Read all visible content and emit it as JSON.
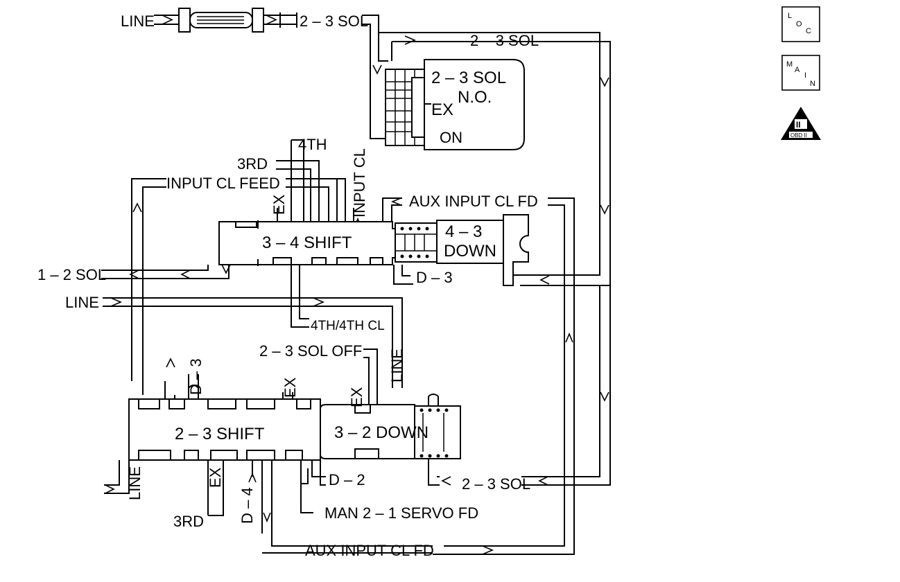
{
  "labels": {
    "line_top": "LINE",
    "sol23_top": "2 – 3 SOL",
    "sol23_top_right": "2 – 3 SOL",
    "sol23_box_title": "2 – 3 SOL",
    "sol23_box_no": "N.O.",
    "sol23_box_ex": "EX",
    "sol23_box_on": "ON",
    "fourth": "4TH",
    "third": "3RD",
    "input_cl_feed": "INPUT CL FEED",
    "ex_34": "EX",
    "input_cl": "INPUT CL",
    "aux_input_cl_fd_top": "AUX INPUT CL FD",
    "shift34": "3 – 4 SHIFT",
    "down43_a": "4 – 3",
    "down43_b": "DOWN",
    "d3_right": "D – 3",
    "sol12": "1 – 2 SOL",
    "line_mid": "LINE",
    "fourth_cl": "4TH/4TH CL",
    "sol23_off": "2 – 3 SOL OFF",
    "line_vert": "LINE",
    "d3_vert": "D – 3",
    "ex_23_top": "EX",
    "ex_32": "EX",
    "shift23": "2 – 3 SHIFT",
    "down32": "3 – 2 DOWN",
    "line_bottom": "LINE",
    "ex_bottom": "EX",
    "d4_vert": "D – 4",
    "third_bottom": "3RD",
    "d2": "D – 2",
    "sol23_bottom": "2 – 3 SOL",
    "man21": "MAN 2 – 1 SERVO FD",
    "aux_input_cl_fd_bottom": "AUX INPUT CL FD"
  },
  "icons": {
    "loc": {
      "l": "L",
      "o": "O",
      "c": "C"
    },
    "main": {
      "m": "M",
      "a": "A",
      "i": "I",
      "n": "N"
    },
    "obd": {
      "roman": "II",
      "text": "OBD II"
    }
  }
}
